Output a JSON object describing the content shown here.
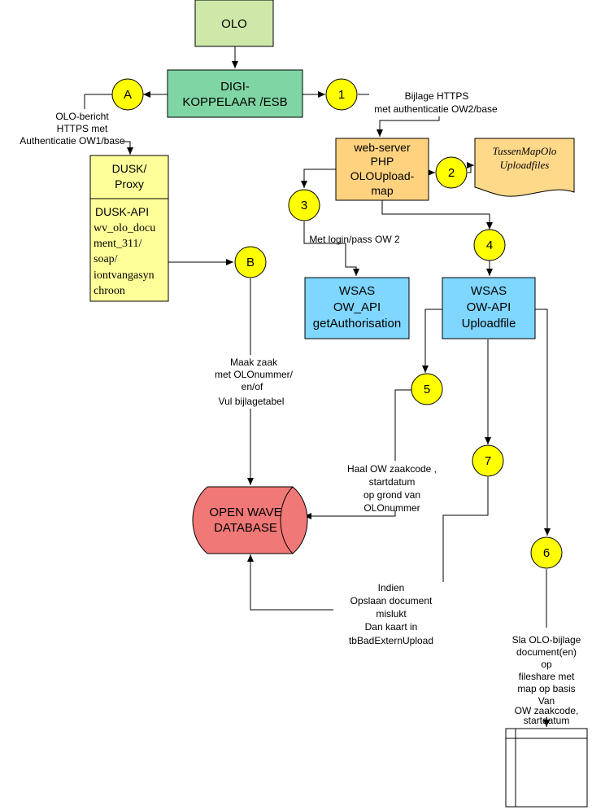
{
  "nodes": {
    "olo": "OLO",
    "digikoppelaar": [
      "DIGI-",
      "KOPPELAAR /ESB"
    ],
    "dusk_proxy": [
      "DUSK/",
      "Proxy"
    ],
    "dusk_api_title": "DUSK-API",
    "dusk_api_detail": [
      "wv_olo_docu",
      "ment_311/",
      "soap/",
      "iontvangasyn",
      "chroon"
    ],
    "webserver": [
      "web-server",
      "PHP",
      "OLOUpload-",
      "map"
    ],
    "tussenmap": [
      "TussenMapOlo",
      "Uploadfiles"
    ],
    "wsas_auth": [
      "WSAS",
      "OW_API",
      "getAuthorisation"
    ],
    "wsas_upload": [
      "WSAS",
      "OW-API",
      "Uploadfile"
    ],
    "database": [
      "OPEN WAVE",
      "DATABASE"
    ]
  },
  "badges": {
    "a": "A",
    "b": "B",
    "n1": "1",
    "n2": "2",
    "n3": "3",
    "n4": "4",
    "n5": "5",
    "n6": "6",
    "n7": "7"
  },
  "labels": {
    "olo_bericht": [
      "OLO-bericht",
      "HTTPS met",
      "Authenticatie OW1/base"
    ],
    "bijlage": [
      "Bijlage HTTPS",
      "met authenticatie OW2/base"
    ],
    "login": "Met login/pass OW 2",
    "maak_zaak": [
      "Maak zaak",
      "met OLOnummer/",
      "en/of",
      "Vul  bijlagetabel"
    ],
    "haal": [
      "Haal OW zaakcode ,",
      "startdatum",
      "op grond van",
      "OLOnummer"
    ],
    "indien": [
      "Indien",
      "Opslaan document",
      "mislukt",
      "Dan kaart in",
      "tbBadExternUpload"
    ],
    "sla": [
      "Sla OLO-bijlage",
      "document(en)",
      "op",
      "fileshare met",
      "map op basis",
      "Van",
      "OW zaakcode,",
      "startdatum"
    ]
  },
  "colors": {
    "olo": "#cde8a8",
    "digikoppelaar": "#7fd6a4",
    "dusk": "#ffff99",
    "webserver": "#ffd27f",
    "tussenmap": "#ffd98a",
    "wsas": "#7fd6ff",
    "database": "#f07876",
    "badge": "#ffff00"
  }
}
